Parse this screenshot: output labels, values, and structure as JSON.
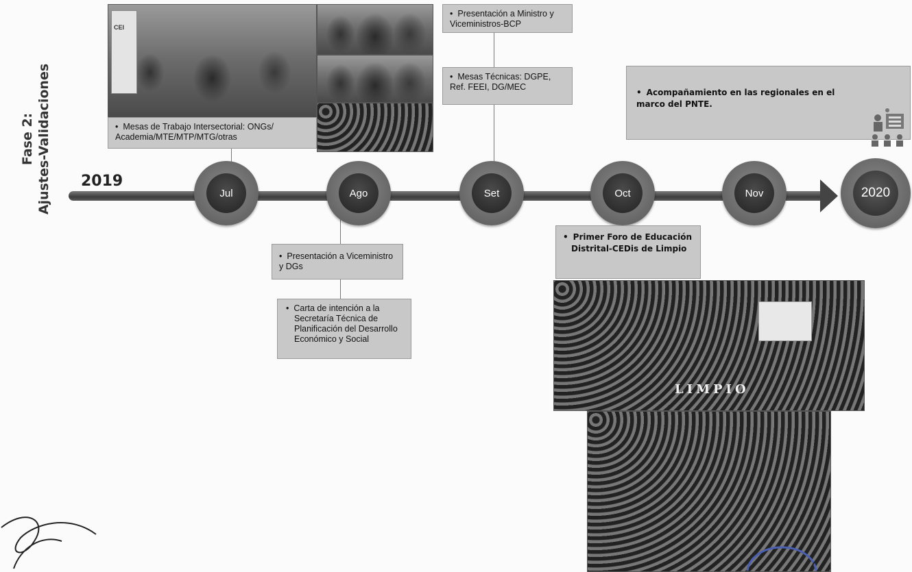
{
  "phase": {
    "line1": "Fase 2:",
    "line2": "Ajustes-Validaciones"
  },
  "timeline": {
    "start_year": "2019",
    "end_year": "2020",
    "months": [
      "Jul",
      "Ago",
      "Set",
      "Oct",
      "Nov"
    ]
  },
  "events": {
    "jul": "Mesas de Trabajo Intersectorial: ONGs/ Academia/MTE/MTP/MTG/otras",
    "ago_1": "Presentación a Viceministro y DGs",
    "ago_2": "Carta de intención a la Secretaría Técnica de Planificación del Desarrollo Económico y Social",
    "set_1": "Presentación a Ministro y Viceministros-BCP",
    "set_2": "Mesas Técnicas: DGPE, Ref. FEEI, DG/MEC",
    "oct": "Primer Foro de Educación Distrital-CEDis de Limpio",
    "nov": "Acompañamiento en las regionales en el marco del PNTE."
  },
  "photo_text": {
    "limpio": "LIMPIO",
    "cei": "CEI"
  },
  "colors": {
    "box": "#c8c8c8",
    "node_outer": "#777777",
    "node_inner": "#2b2b2b",
    "bar": "#4a4a4a"
  },
  "icons": [
    "team-meeting-icon"
  ]
}
